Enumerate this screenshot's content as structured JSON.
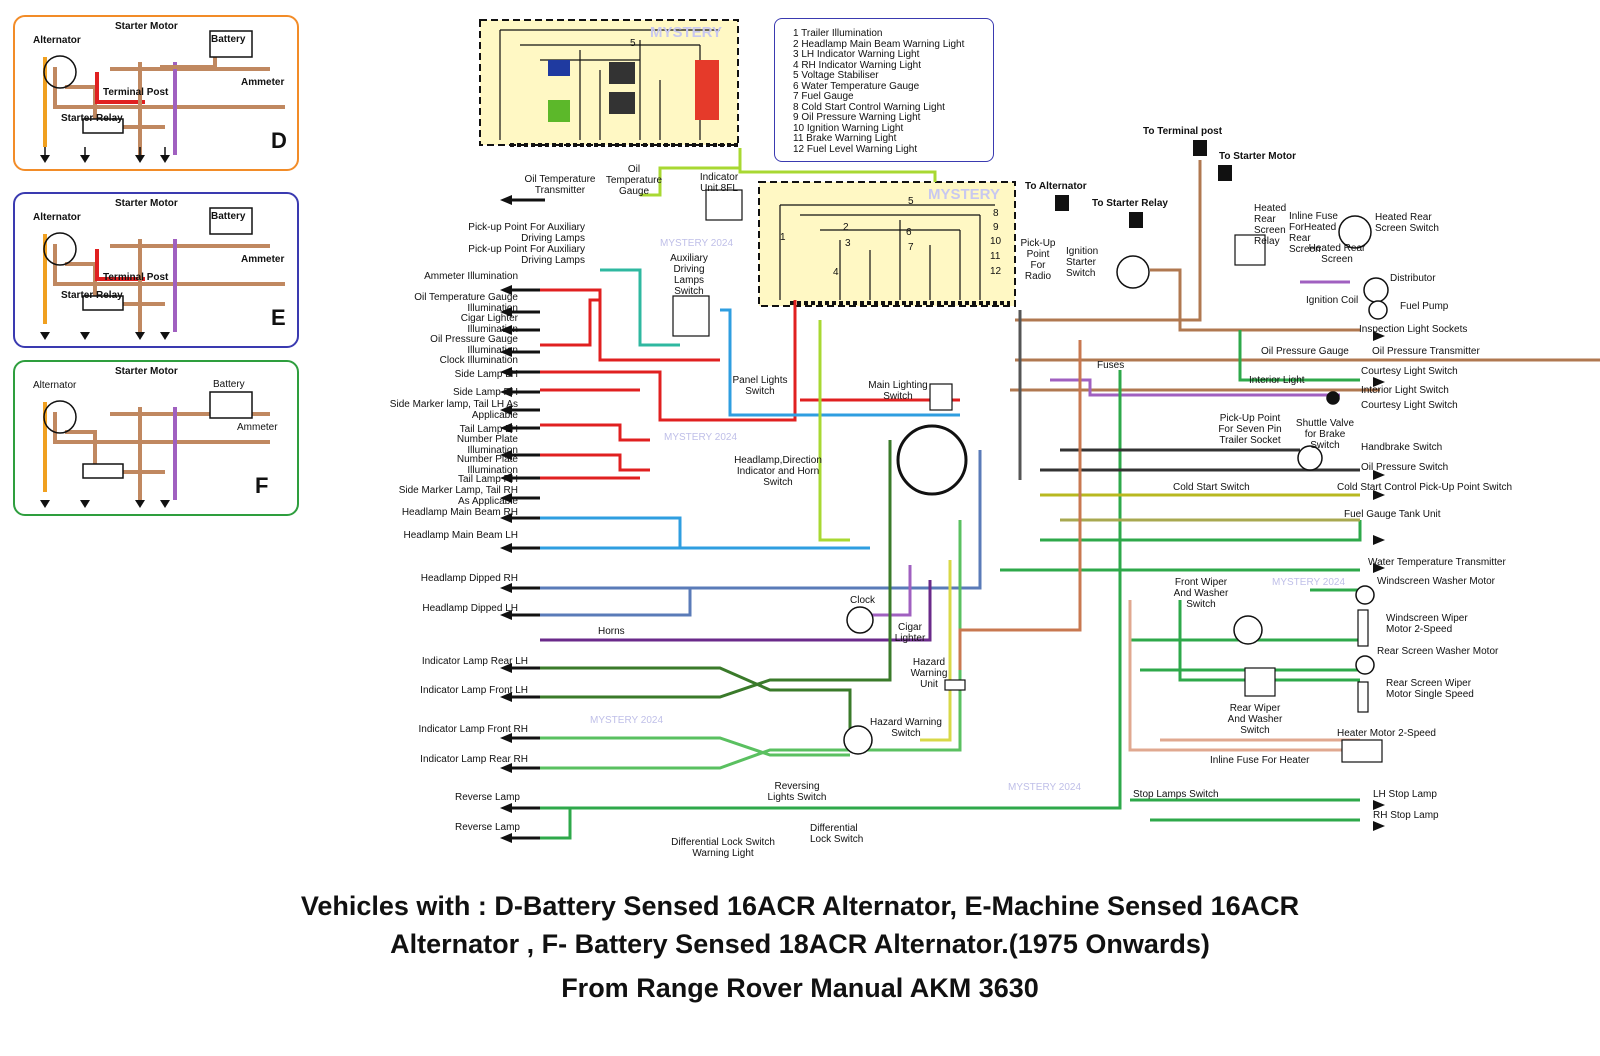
{
  "insets": [
    {
      "letter": "D",
      "border": "#f28c28",
      "labels": {
        "alternator": "Alternator",
        "starter": "Starter Motor",
        "battery": "Battery",
        "ammeter": "Ammeter",
        "terminal": "Terminal Post",
        "relay": "Starter  Relay"
      }
    },
    {
      "letter": "E",
      "border": "#3a3ab0",
      "labels": {
        "alternator": "Alternator",
        "starter": "Starter Motor",
        "battery": "Battery",
        "ammeter": "Ammeter",
        "terminal": "Terminal Post",
        "relay": "Starter  Relay"
      }
    },
    {
      "letter": "F",
      "border": "#2e9e3e",
      "labels": {
        "alternator": "Alternator",
        "starter": "Starter Motor",
        "battery": "Battery",
        "ammeter": "Ammeter"
      }
    }
  ],
  "legend": [
    "1 Trailer Illumination",
    "2 Headlamp Main Beam Warning Light",
    "3 LH Indicator Warning Light",
    "4 RH Indicator Warning Light",
    "5 Voltage Stabiliser",
    "6 Water Temperature Gauge",
    "7 Fuel Gauge",
    "8 Cold Start Control Warning Light",
    "9 Oil Pressure Warning Light",
    "10 Ignition Warning Light",
    "11 Brake Warning Light",
    "12 Fuel Level Warning Light"
  ],
  "mystery": "MYSTERY",
  "mystery2024": "MYSTERY 2024",
  "panel_numbers": [
    "1",
    "2",
    "3",
    "4",
    "5",
    "6",
    "7",
    "8",
    "9",
    "10",
    "11",
    "12",
    "5"
  ],
  "top_labels": {
    "to_terminal_post": "To Terminal post",
    "to_starter_motor": "To Starter Motor",
    "to_alternator": "To Alternator",
    "to_starter_relay": "To Starter Relay",
    "indicator_unit": "Indicator Unit 8FL",
    "oil_temp_transmitter": "Oil Temperature Transmitter",
    "oil_temp_gauge": "Oil Temperature Gauge",
    "pickup_radio": "Pick-Up Point For Radio",
    "ignition_switch": "Ignition Starter Switch",
    "heated_rear_relay": "Heated Rear Screen Relay",
    "inline_fuse": "Inline Fuse ForHeated Rear Screen",
    "heated_rear_switch": "Heated Rear Screen Switch",
    "heated_rear_screen": "Heated Rear Screen",
    "distributor": "Distributor",
    "ignition_coil": "Ignition Coil",
    "fuel_pump": "Fuel Pump",
    "inspection_sockets": "Inspection Light Sockets",
    "oil_pressure_gauge": "Oil Pressure Gauge",
    "oil_pressure_transmitter": "Oil Pressure Transmitter",
    "fuses": "Fuses",
    "courtesy1": "Courtesy Light Switch",
    "interior_light": "Interior Light",
    "interior_switch": "Interior Light Switch",
    "courtesy2": "Courtesy Light Switch",
    "pickup_trailer": "Pick-Up Point For Seven Pin Trailer Socket",
    "shuttle_valve": "Shuttle Valve for Brake Switch",
    "handbrake": "Handbrake Switch",
    "oil_pressure_switch": "Oil Pressure Switch",
    "cold_start_switch": "Cold Start Switch",
    "cold_start_pickup": "Cold Start Control Pick-Up Point Switch",
    "fuel_tank": "Fuel Gauge Tank Unit",
    "water_temp": "Water Temperature Transmitter",
    "washer_motor": "Windscreen Washer Motor",
    "front_wiper": "Front Wiper And Washer Switch",
    "wiper_motor": "Windscreen Wiper Motor 2-Speed",
    "rear_washer": "Rear Screen Washer Motor",
    "rear_wiper_motor": "Rear Screen Wiper Motor Single Speed",
    "rear_wiper_switch": "Rear Wiper And Washer Switch",
    "heater_motor": "Heater Motor 2-Speed",
    "inline_heater": "Inline Fuse For Heater",
    "stop_switch": "Stop Lamps  Switch",
    "lh_stop": "LH Stop Lamp",
    "rh_stop": "RH Stop Lamp",
    "aux_pickup1": "Pick-up Point For Auxiliary Driving Lamps",
    "aux_pickup2": "Pick-up Point For Auxiliary Driving Lamps",
    "aux_switch": "Auxiliary Driving Lamps Switch",
    "panel_switch": "Panel Lights Switch",
    "main_lighting": "Main Lighting Switch",
    "headlamp_switch": "Headlamp,Direction Indicator and Horn Switch",
    "clock": "Clock",
    "cigar": "Cigar Lighter",
    "hazard_unit": "Hazard Warning Unit",
    "hazard_switch": "Hazard Warning Switch",
    "reversing_switch": "Reversing Lights Switch",
    "diff_lock_switch": "Differential Lock Switch",
    "diff_lock_light": "Differential Lock Switch Warning Light",
    "horns": "Horns"
  },
  "left_labels": [
    "Ammeter Illumination",
    "Oil Temperature Gauge Illumination",
    "Cigar Lighter Illumination",
    "Oil Pressure Gauge Illumination",
    "Clock Illumination",
    "Side Lamp LH",
    "Side Lamp RH",
    "Side Marker lamp, Tail LH As Applicable",
    "Tail Lamp LH",
    "Number Plate Illumination",
    "Number Plate Illumination",
    "Tail Lamp RH",
    "Side Marker Lamp, Tail RH As Applicable",
    "Headlamp Main Beam RH",
    "Headlamp Main Beam LH",
    "Headlamp Dipped RH",
    "Headlamp Dipped LH",
    "Indicator Lamp Rear LH",
    "Indicator Lamp Front LH",
    "Indicator Lamp Front RH",
    "Indicator Lamp Rear RH",
    "Reverse Lamp",
    "Reverse Lamp"
  ],
  "footer": [
    "Vehicles with : D-Battery Sensed 16ACR Alternator, E-Machine Sensed 16ACR",
    "Alternator , F- Battery Sensed 18ACR Alternator.(1975 Onwards)",
    "From Range Rover Manual AKM 3630"
  ],
  "colors": {
    "brown": "#b07850",
    "red": "#e02020",
    "green": "#2ea84a",
    "blue": "#2f9ee0",
    "purple": "#8a44b8",
    "black": "#111111",
    "yellow": "#fff8c4",
    "lgreen": "#a8d832"
  }
}
